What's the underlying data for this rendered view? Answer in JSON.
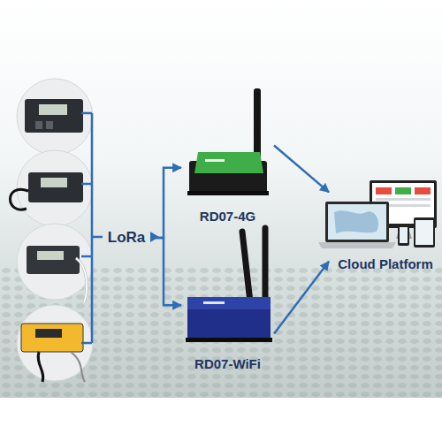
{
  "diagram": {
    "nodes": [
      {
        "text": [
          "LoRa"
        ]
      },
      {
        "text": [
          "RD07-4G"
        ]
      },
      {
        "text": [
          "RD07-WiFi"
        ]
      },
      {
        "text": [
          "Cloud Platform"
        ]
      }
    ],
    "edges": [
      {
        "from": 0,
        "to": 1,
        "arrow": "to"
      },
      {
        "from": 0,
        "to": 2,
        "arrow": "to"
      },
      {
        "from": 1,
        "to": 3,
        "arrow": "to"
      },
      {
        "from": 2,
        "to": 3,
        "arrow": "to"
      }
    ]
  }
}
